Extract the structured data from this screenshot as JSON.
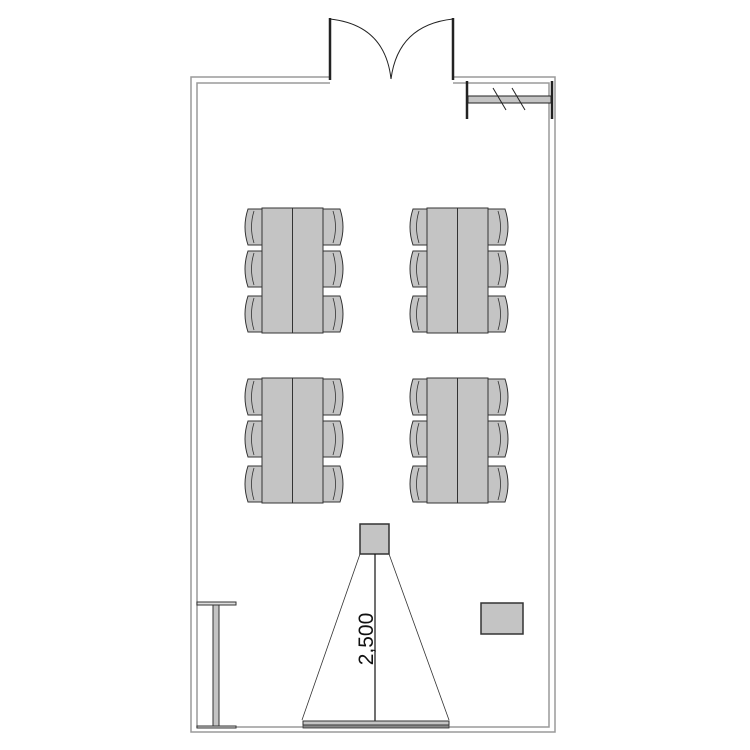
{
  "plan": {
    "dimension_label": "2,500",
    "colors": {
      "wall": "#9a9a9a",
      "furniture_fill": "#c4c4c4",
      "line": "#333333"
    },
    "table_groups": [
      {
        "id": "table-group-1",
        "chairs": 6
      },
      {
        "id": "table-group-2",
        "chairs": 6
      },
      {
        "id": "table-group-3",
        "chairs": 6
      },
      {
        "id": "table-group-4",
        "chairs": 6
      }
    ]
  }
}
